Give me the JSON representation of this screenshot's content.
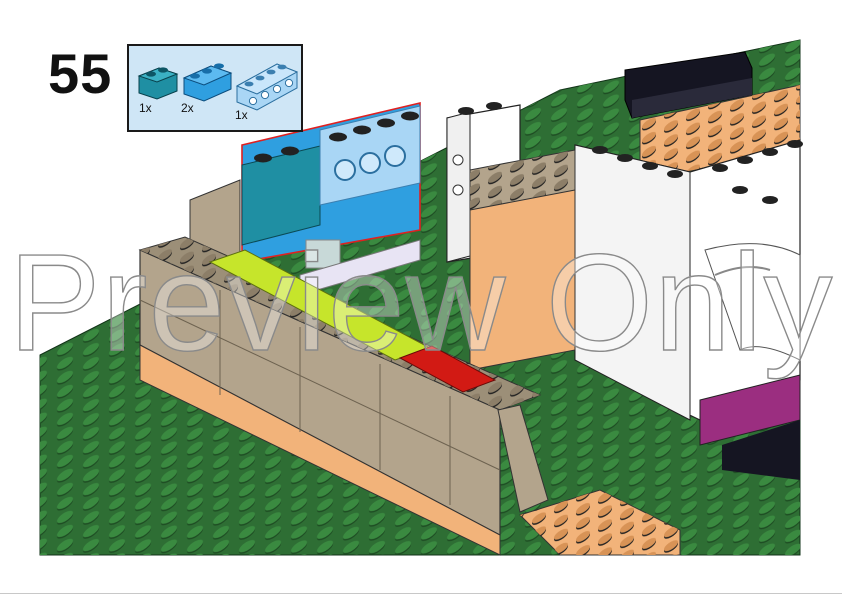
{
  "step": {
    "number": "55"
  },
  "parts": [
    {
      "icon": "teal-brick-1x2-icon",
      "color": "#1f8fa3",
      "quantity": "1x"
    },
    {
      "icon": "blue-brick-1x3-icon",
      "color": "#2f9fe0",
      "quantity": "2x"
    },
    {
      "icon": "light-blue-technic-brick-1x4-icon",
      "color": "#a9d6f5",
      "quantity": "1x"
    }
  ],
  "watermark": {
    "text": "Preview Only"
  },
  "colors": {
    "baseplate_green": "#2e6e34",
    "tan": "#b3a48c",
    "light_orange": "#f2b37a",
    "lime": "#c6e52b",
    "red": "#d21a14",
    "white": "#ffffff",
    "black": "#151522",
    "magenta": "#9b2e80",
    "highlight_outline": "#e02020"
  }
}
